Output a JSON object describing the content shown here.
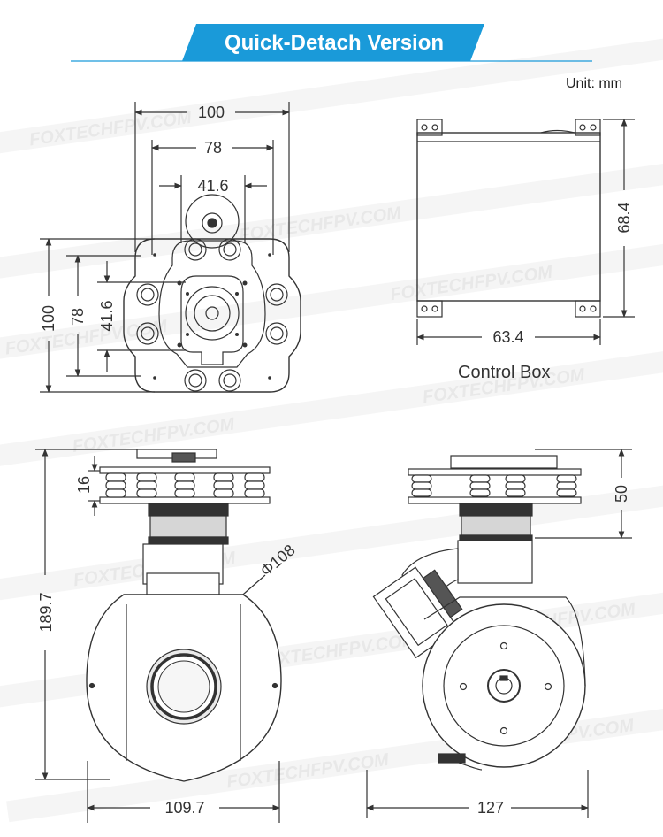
{
  "header": {
    "title": "Quick-Detach Version",
    "unit_label": "Unit: mm",
    "accent_color": "#1a9ad9"
  },
  "watermark": {
    "text": "FOXTECHFPV.COM"
  },
  "top_view": {
    "dim_width_outer": "100",
    "dim_width_mid": "78",
    "dim_width_inner": "41.6",
    "dim_height_outer": "100",
    "dim_height_mid": "78",
    "dim_height_inner": "41.6"
  },
  "control_box": {
    "dim_width": "63.4",
    "dim_height": "68.4",
    "caption": "Control Box"
  },
  "front_view": {
    "dim_damper_height": "16",
    "dim_total_height": "189.7",
    "dim_ball_diameter": "Φ108",
    "dim_ball_width": "109.7"
  },
  "side_view": {
    "dim_mount_height": "50",
    "dim_depth": "127"
  },
  "colors": {
    "line": "#333333",
    "fill_dark": "#2b2b2b",
    "fill_mid": "#777777",
    "fill_light": "#d0d0d0",
    "watermark": "#dcdcdc"
  }
}
